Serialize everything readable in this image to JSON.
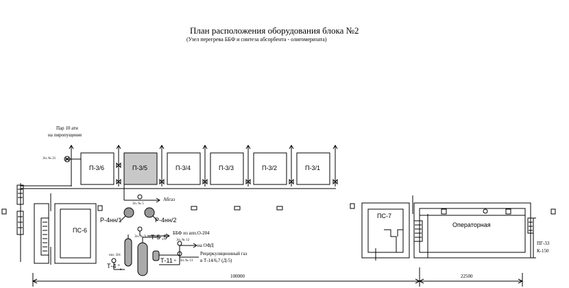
{
  "header": {
    "title": "План расположения оборудования блока №2",
    "subtitle": "(Узел перегрева ББФ и синтеза абсорбента - олигомеризата)"
  },
  "steam": {
    "line1": "Пар 10 ати",
    "line2": "на пиропущение",
    "valve_label": "Эл. № 21"
  },
  "furnaces": [
    "П-3/6",
    "П-3/5",
    "П-3/4",
    "П-3/3",
    "П-3/2",
    "П-3/1"
  ],
  "highlighted_furnace": "П-3/5",
  "colors": {
    "highlight": "#c8c8c8",
    "line": "#000000"
  },
  "valves": {
    "v5": "Эл. № 5",
    "v9": "Эл. № 9",
    "v12": "Эл. № 12",
    "v13": "Эл. № 13"
  },
  "lines": {
    "abgaz": "Абгаз",
    "bbf": "ББФ из апп.О-204",
    "to_ofd": "на ОФД",
    "recycle_gas1": "Рециркуляционный газ",
    "recycle_gas2": "в Т-14/6,7 (Д-5)"
  },
  "equipment": {
    "r4_1": "Р-4нн/1",
    "r4_2": "Р-4нн/2",
    "t5": "Т-5 ,5",
    "t4": "Т-4",
    "t11": "Т-11",
    "pos": "поз. 501",
    "n_mark": "н",
    "v_mark": "в"
  },
  "substations": {
    "ps6": "ПС-6",
    "ps7": "ПС-7"
  },
  "operator_room": "Операторная",
  "right_labels": {
    "line1": "ПГ-33",
    "line2": "К-150"
  },
  "dimensions": {
    "left": "100000",
    "right": "22500"
  },
  "icons": [
    "valve-icon",
    "panel-icon",
    "pump-icon",
    "vessel-icon"
  ]
}
